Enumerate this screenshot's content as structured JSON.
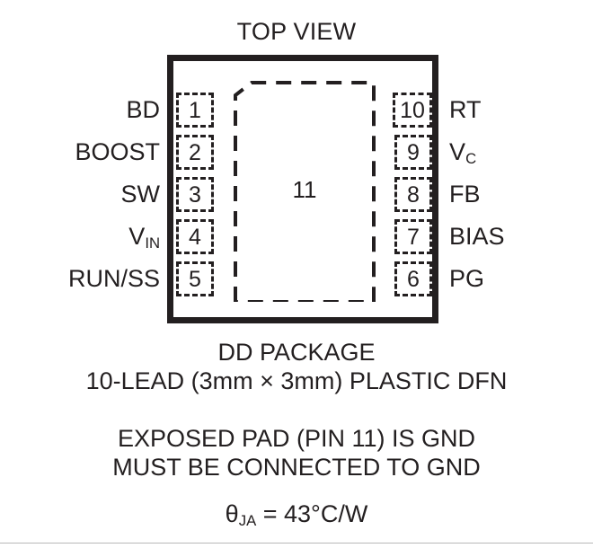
{
  "diagram": {
    "title": "TOP VIEW",
    "package_outline_color": "#231f20",
    "background_color": "#ffffff",
    "exposed_pad": {
      "number": "11",
      "style": "dashed",
      "chamfered_corner": "top-left"
    },
    "pins_left": [
      {
        "number": "1",
        "label": "BD",
        "label_html": "BD"
      },
      {
        "number": "2",
        "label": "BOOST",
        "label_html": "BOOST"
      },
      {
        "number": "3",
        "label": "SW",
        "label_html": "SW"
      },
      {
        "number": "4",
        "label": "VIN",
        "label_base": "V",
        "label_sub": "IN"
      },
      {
        "number": "5",
        "label": "RUN/SS",
        "label_html": "RUN/SS"
      }
    ],
    "pins_right": [
      {
        "number": "10",
        "label": "RT",
        "label_html": "RT"
      },
      {
        "number": "9",
        "label": "VC",
        "label_base": "V",
        "label_sub": "C"
      },
      {
        "number": "8",
        "label": "FB",
        "label_html": "FB"
      },
      {
        "number": "7",
        "label": "BIAS",
        "label_html": "BIAS"
      },
      {
        "number": "6",
        "label": "PG",
        "label_html": "PG"
      }
    ]
  },
  "captions": {
    "package_name": "DD PACKAGE",
    "lead_spec": "10-LEAD (3mm × 3mm) PLASTIC DFN",
    "exposed_pad_note": "EXPOSED PAD (PIN 11) IS GND",
    "connection_note": "MUST BE CONNECTED TO GND",
    "theta_symbol": "θ",
    "theta_subscript": "JA",
    "theta_value": " = 43°C/W"
  }
}
